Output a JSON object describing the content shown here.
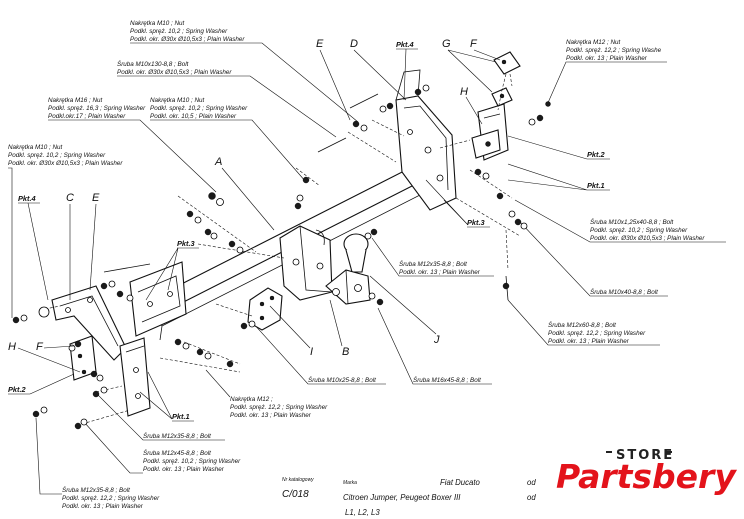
{
  "labels": {
    "nut_m10_top": [
      "Nakrętka  M10 ; Nut",
      "Podkl. spręż. 10,2 ; Spring Washer",
      "Podkl. okr.  Ø30x Ø10,5x3 ; Plain Washer"
    ],
    "bolt_m10x130": [
      "Śruba M10x130-8,8 ;  Bolt",
      "Podkl. okr.  Ø30x Ø10,5x3 ; Plain Washer"
    ],
    "nut_m16": [
      "Nakrętka  M16 ; Nut",
      "Podkl. spręż. 16,3 ; Spring Washer",
      "Podkl.okr.17 ; Plain Washer"
    ],
    "nut_m10_mid": [
      "Nakrętka  M10 ; Nut",
      "Podkl. spręż. 10,2 ; Spring Washer",
      "Podkl. okr. 10,5 ; Plain Washer"
    ],
    "nut_m10_left": [
      "Nakrętka  M10 ; Nut",
      "Podkl. spręż. 10,2 ; Spring Washer",
      "Podkl. okr.  Ø30x Ø10,5x3 ; Plain Washer"
    ],
    "nut_m12_right": [
      "Nakrętka  M12 ; Nut",
      "Podkl. spręż. 12,2 ; Spring Washe",
      "Podkl. okr. 13 ; Plain Washer"
    ],
    "bolt_m10x125x40": [
      "Śruba M10x1,25x40-8,8 ;  Bolt",
      "Podkl. spręż. 10,2 ; Spring Washer",
      "Podkl. okr.  Ø30x Ø10,5x3 ; Plain Washer"
    ],
    "bolt_m10x40": [
      "Śruba M10x40-8,8 ;  Bolt"
    ],
    "bolt_m12x35_mid": [
      "Śruba M12x35-8,8 ;  Bolt",
      "Podkl. okr. 13 ; Plain Washer"
    ],
    "bolt_m12x60": [
      "Śruba M12x60-8,8 ;  Bolt",
      "Podkl. spręż. 12,2 ; Spring Washer",
      "Podkl. okr. 13 ; Plain Washer"
    ],
    "bolt_m10x25": [
      "Śruba M10x25-8,8 ;  Bolt"
    ],
    "bolt_m16x45": [
      "Śruba M16x45-8,8 ;  Bolt"
    ],
    "nut_m12_bottom": [
      "Nakrętka  M12 ;",
      "Podkl. spręż. 12,2 ; Spring Washer",
      "Podkl. okr. 13 ; Plain Washer"
    ],
    "bolt_m12x35_left": [
      "Śruba M12x35-8,8 ;  Bolt"
    ],
    "bolt_m12x45": [
      "Śruba M12x45-8,8 ;  Bolt",
      "Podkl. spręż. 10,2 ; Spring Washer",
      "Podkl. okr. 13 ; Plain Washer"
    ],
    "bolt_m12x35_bottom": [
      "Śruba M12x35-8,8 ;  Bolt",
      "Podkl. spręż. 12,2 ; Spring Washer",
      "Podkl. okr. 13 ; Plain Washer"
    ]
  },
  "parts": {
    "A": "A",
    "B": "B",
    "C": "C",
    "D": "D",
    "E": "E",
    "F": "F",
    "G": "G",
    "H": "H",
    "I": "I",
    "J": "J",
    "C2": "C",
    "E2": "E",
    "F2": "F",
    "H2": "H"
  },
  "points": {
    "pkt4_top": "Pkt.4",
    "pkt4_left": "Pkt.4",
    "pkt3_top": "Pkt.3",
    "pkt3_mid": "Pkt.3",
    "pkt2_right": "Pkt.2",
    "pkt2_left": "Pkt.2",
    "pkt1_right": "Pkt.1",
    "pkt1_bottom": "Pkt.1"
  },
  "title_block": {
    "catalog_label": "Nr katalogowy",
    "catalog_no": "C/018",
    "make_label": "Marka",
    "make_value": "Fiat Ducato",
    "make_od": "od",
    "model_value": "Citroen Jumper, Peugeot Boxer III",
    "model_od": "od",
    "variants": "L1, L2, L3"
  },
  "brand": {
    "store": "STORE",
    "name": "Partsbery",
    "accent_color": "#e3131b"
  }
}
